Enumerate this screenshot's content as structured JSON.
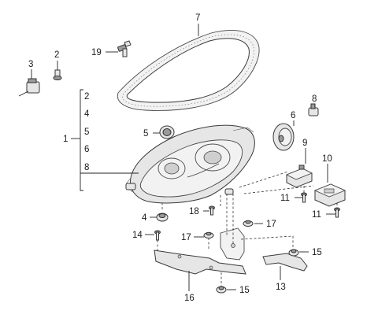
{
  "callouts": {
    "c1": "1",
    "c2a": "2",
    "c2b": "2",
    "c3": "3",
    "c4a": "4",
    "c4b": "4",
    "c5a": "5",
    "c5b": "5",
    "c6a": "6",
    "c6b": "6",
    "c7": "7",
    "c8a": "8",
    "c8b": "8",
    "c9": "9",
    "c10": "10",
    "c11a": "11",
    "c11b": "11",
    "c13": "13",
    "c14": "14",
    "c15a": "15",
    "c15b": "15",
    "c16": "16",
    "c17a": "17",
    "c17b": "17",
    "c18": "18",
    "c19": "19"
  },
  "colors": {
    "line": "#222222",
    "part_fill": "#e6e6e6",
    "part_dark": "#9a9a9a"
  }
}
